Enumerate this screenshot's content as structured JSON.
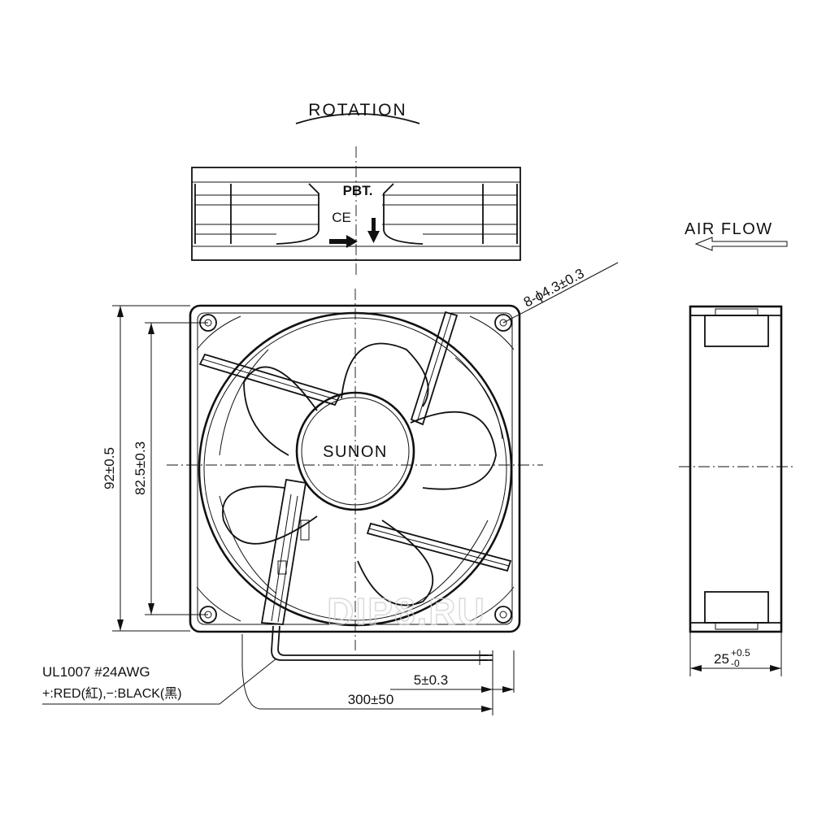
{
  "top_view": {
    "rotation_label": "ROTATION",
    "material_label": "PBT.",
    "ce_mark": "CE",
    "rotation_arrow_icon": "right-arrow-icon",
    "airflow_arrow_icon": "down-arrow-icon"
  },
  "front_view": {
    "brand": "SUNON",
    "hole_spec": "8-ϕ4.3±0.3",
    "dim_outer": "92±0.5",
    "dim_pitch": "82.5±0.3"
  },
  "side_view": {
    "airflow_label": "AIR FLOW",
    "airflow_arrow_icon": "left-arrow-icon",
    "dim_thickness": "25",
    "tol_plus": "+0.5",
    "tol_minus": "-0"
  },
  "wires": {
    "spec_line1": "UL1007 #24AWG",
    "spec_line2": "+:RED(紅),−:BLACK(黑)",
    "dim_strip": "5±0.3",
    "dim_length": "300±50"
  },
  "watermark": "DIP8.RU"
}
